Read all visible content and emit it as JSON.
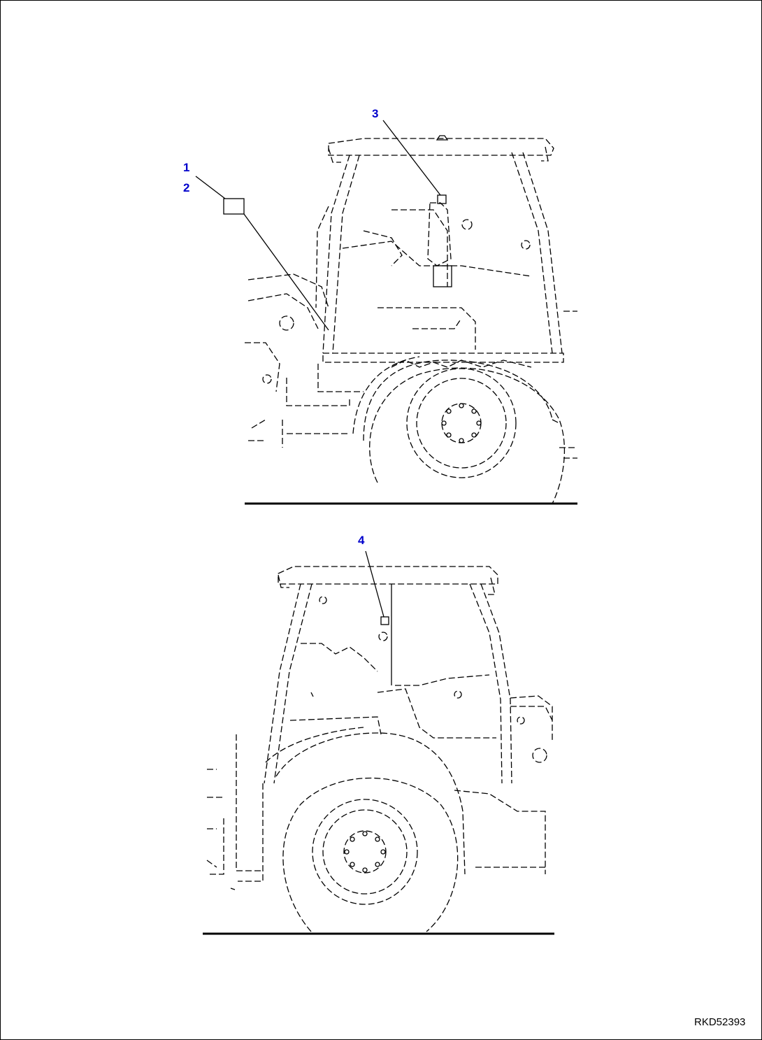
{
  "callouts": {
    "c1": "1",
    "c2": "2",
    "c3": "3",
    "c4": "4"
  },
  "drawing_code": "RKD52393",
  "colors": {
    "callout": "#0000cc",
    "line": "#000000",
    "background": "#ffffff"
  }
}
